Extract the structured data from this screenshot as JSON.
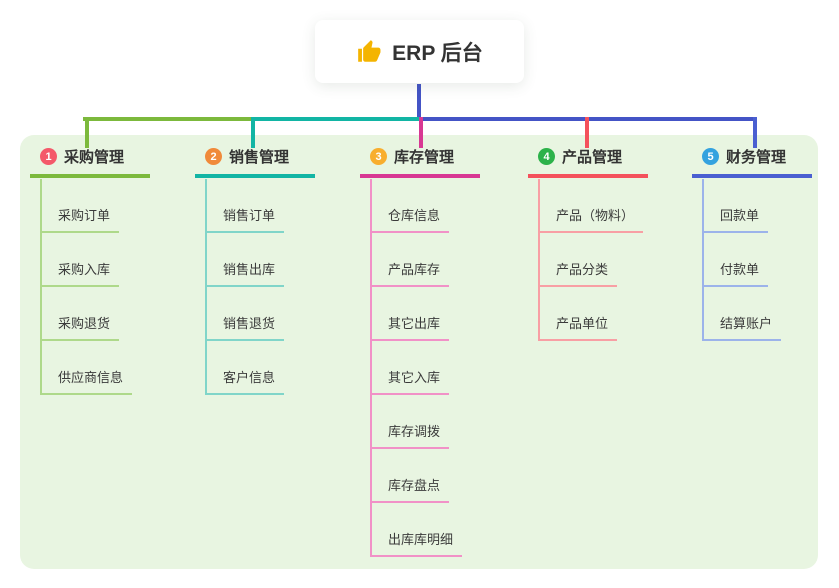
{
  "root": {
    "label": "ERP 后台",
    "icon": "thumbs-up"
  },
  "colors": {
    "canvas_bg": "#ffffff",
    "panel_bg": "#e8f5e1",
    "connector": "#4454c6",
    "root_text": "#333333",
    "node_text": "#3b3b3b",
    "thumb_icon": "#f4b400"
  },
  "branches": [
    {
      "num": "1",
      "label": "采购管理",
      "badge_color": "#f4596a",
      "line_color": "#7cb93c",
      "child_line_color": "#aed98a",
      "children": [
        "采购订单",
        "采购入库",
        "采购退货",
        "供应商信息"
      ]
    },
    {
      "num": "2",
      "label": "销售管理",
      "badge_color": "#f08a3a",
      "line_color": "#12b5a4",
      "child_line_color": "#80d5c9",
      "children": [
        "销售订单",
        "销售出库",
        "销售退货",
        "客户信息"
      ]
    },
    {
      "num": "3",
      "label": "库存管理",
      "badge_color": "#f8ae2e",
      "line_color": "#d83893",
      "child_line_color": "#f191c7",
      "children": [
        "仓库信息",
        "产品库存",
        "其它出库",
        "其它入库",
        "库存调拨",
        "库存盘点",
        "出库库明细"
      ]
    },
    {
      "num": "4",
      "label": "产品管理",
      "badge_color": "#2cb24a",
      "line_color": "#f4515c",
      "child_line_color": "#f89fa4",
      "children": [
        "产品（物料）",
        "产品分类",
        "产品单位"
      ]
    },
    {
      "num": "5",
      "label": "财务管理",
      "badge_color": "#34a2df",
      "line_color": "#4a5fd1",
      "child_line_color": "#9cb3ea",
      "children": [
        "回款单",
        "付款单",
        "结算账户"
      ]
    }
  ]
}
